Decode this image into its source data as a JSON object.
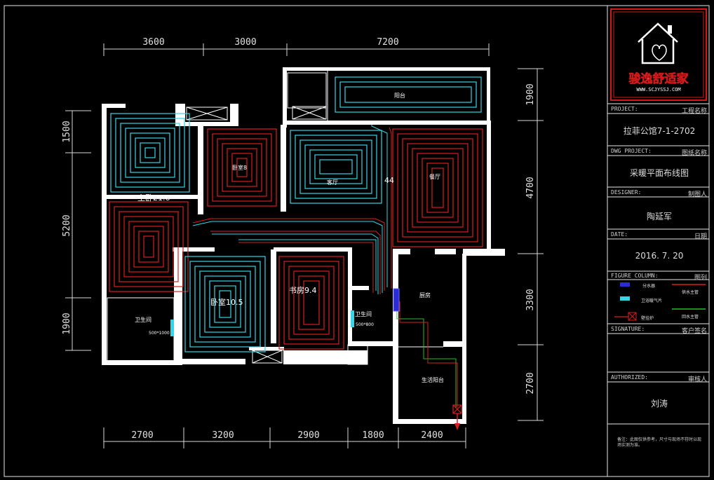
{
  "dimensions": {
    "top": [
      "3600",
      "3000",
      "7200"
    ],
    "bottom": [
      "2700",
      "3200",
      "2900",
      "1800",
      "2400"
    ],
    "left": [
      "1500",
      "5200",
      "1900"
    ],
    "right": [
      "1900",
      "4700",
      "3300",
      "2700"
    ]
  },
  "rooms": {
    "balcony": "阳台",
    "bedroom_8": "卧室8",
    "living_room": "客厅",
    "dining_room": "餐厅",
    "master_bedroom": "主卧21.6",
    "bedroom_10_5": "卧室10.5",
    "study": "书房9.4",
    "kitchen": "厨房",
    "bathroom_1": "卫生间",
    "bathroom_2": "卫生间",
    "living_balcony": "生活阳台",
    "radiator_size_1": "500*1000",
    "radiator_size_2": "500*800",
    "living_area": "44"
  },
  "title_block": {
    "logo_text": "骏逸舒适家",
    "logo_url": "WWW.SCJYSSJ.COM",
    "project_label": "PROJECT:",
    "project_label_cn": "工程名称",
    "project_value": "拉菲公馆7-1-2702",
    "dwg_label": "DWG PROJECT:",
    "dwg_label_cn": "图纸名称",
    "dwg_value": "采暖平面布线图",
    "designer_label": "DESIGNER:",
    "designer_label_cn": "制图人",
    "designer_value": "陶延军",
    "date_label": "DATE:",
    "date_label_cn": "日期",
    "date_value": "2016. 7. 20",
    "figure_label": "FIGURE COLUMN:",
    "figure_label_cn": "图列",
    "legend": {
      "manifold": "分水器",
      "supply": "供水主管",
      "bathroom_radiator": "卫浴暖气片",
      "boiler": "壁挂炉",
      "return": "回水主管"
    },
    "signature_label": "SIGNATURE:",
    "signature_label_cn": "客户签名",
    "authorized_label": "AUTHORIZED:",
    "authorized_label_cn": "审核人",
    "authorized_value": "刘涛",
    "note": "备注：此图仅供参考，尺寸与现场不符时以现场实测为准。"
  },
  "colors": {
    "heating_red": "#d81f1f",
    "heating_cyan": "#35d6e6",
    "supply_green": "#25c025",
    "manifold_blue": "#2b2bd8",
    "logo_red": "#d01818"
  }
}
